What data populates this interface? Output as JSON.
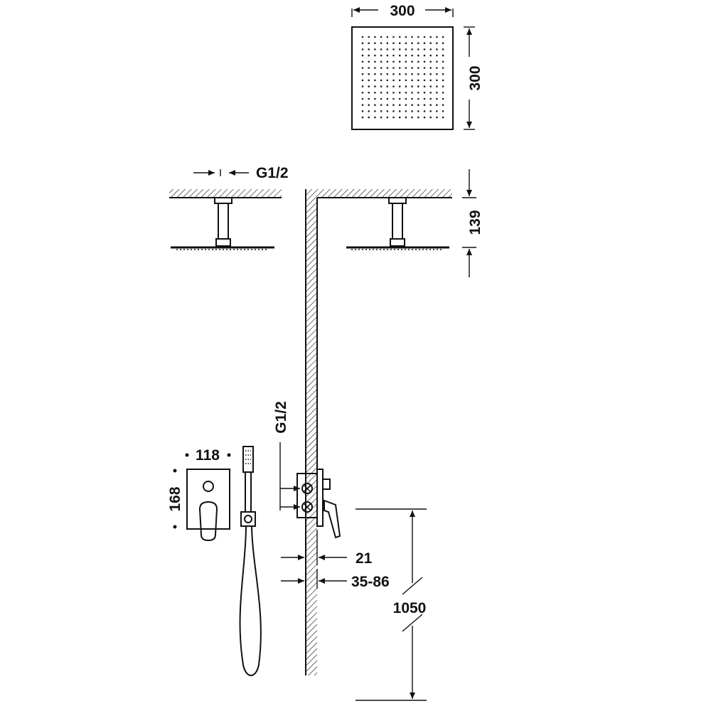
{
  "dimensions": {
    "head_width": "300",
    "head_height": "300",
    "inlet_thread_top": "G1/2",
    "arm_drop": "139",
    "inlet_thread_side": "G1/2",
    "plate_width": "118",
    "plate_height": "168",
    "valve_depth": "21",
    "wall_range": "35-86",
    "valve_height": "1050"
  },
  "colors": {
    "line": "#111111",
    "background": "#ffffff"
  }
}
